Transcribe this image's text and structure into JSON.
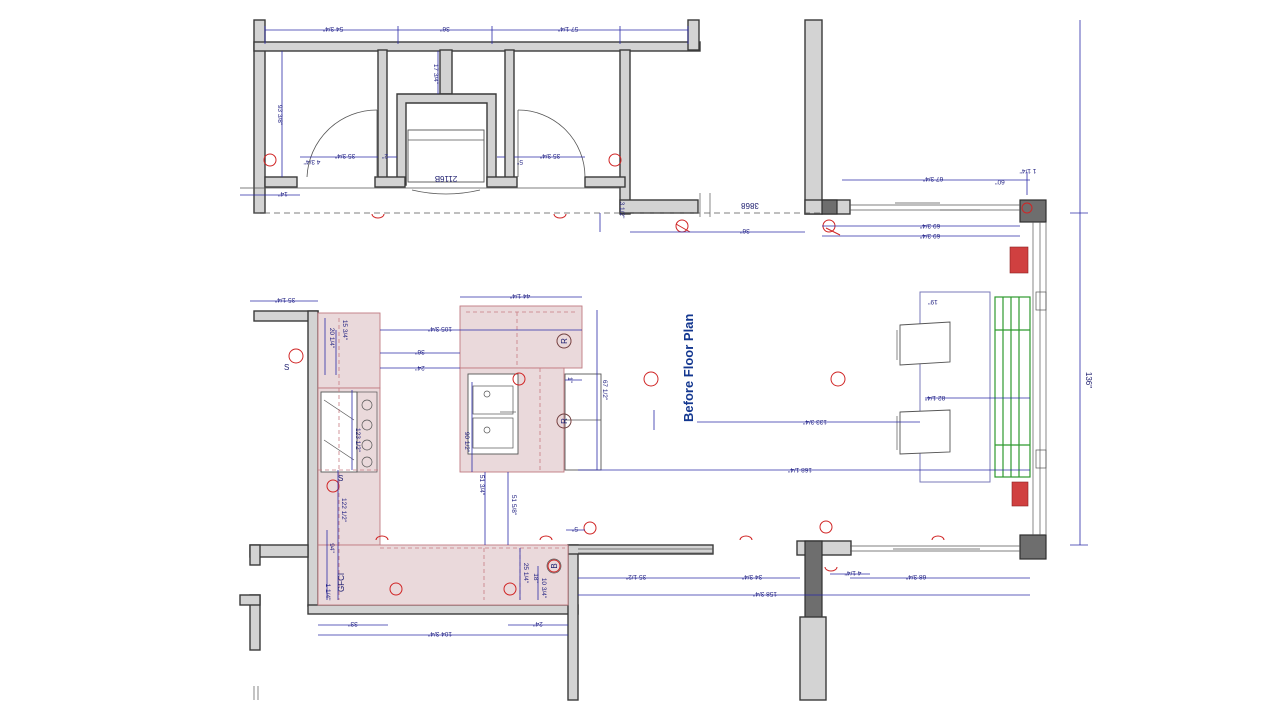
{
  "plan": {
    "title": "Before Floor Plan",
    "labels": {
      "appliance_upper": "2116B",
      "appliance_hall": "3868",
      "gfci": "GFCI",
      "tag_r1": "R",
      "tag_r2": "R",
      "tag_b": "B",
      "switch_s1": "S",
      "switch_s2": "S",
      "right_height": "136\""
    },
    "dimensions": {
      "d01": "54 3/4\"",
      "d02": "36\"",
      "d03": "57 1/4\"",
      "d04": "17 3/4\"",
      "d05": "93 3/8\"",
      "d06": "4 3/4\"",
      "d07": "35 3/4\"",
      "d08": "2\"",
      "d09": "14\"",
      "d10": "3 1/2\"",
      "d11": "35 3/4\"",
      "d12": "5\"",
      "d13": "36\"",
      "d14": "67 3/4\"",
      "d15": "1 1/4\"",
      "d16": "69 3/4\"",
      "d17": "69 3/4\"",
      "d18": "60\"",
      "d19": "35 1/4\"",
      "d20": "44 1/4\"",
      "d21": "105 3/4\"",
      "d22": "20 1/4\"",
      "d23": "15 3/4\"",
      "d24": "36\"",
      "d25": "24\"",
      "d26": "67 1/2\"",
      "d27": "1\"",
      "d28": "133 3/4\"",
      "d29": "82 1/4\"",
      "d30": "90 1/2\"",
      "d31": "168 1/4\"",
      "d32": "51 3/4\"",
      "d33": "51 5/8\"",
      "d34": "122 1/2\"",
      "d35": "123 1/2\"",
      "d36": "94\"",
      "d37": "25 1/4\"",
      "d38": "10 3/4\"",
      "d39": "18\"",
      "d40": "5\"",
      "d41": "35 1/2\"",
      "d42": "34 3/4\"",
      "d43": "4 1/4\"",
      "d44": "68 3/4\"",
      "d45": "158 3/4\"",
      "d46": "33\"",
      "d47": "104 3/4\"",
      "d48": "24\"",
      "d49": "1 1/4\"",
      "d50": "19\""
    }
  }
}
